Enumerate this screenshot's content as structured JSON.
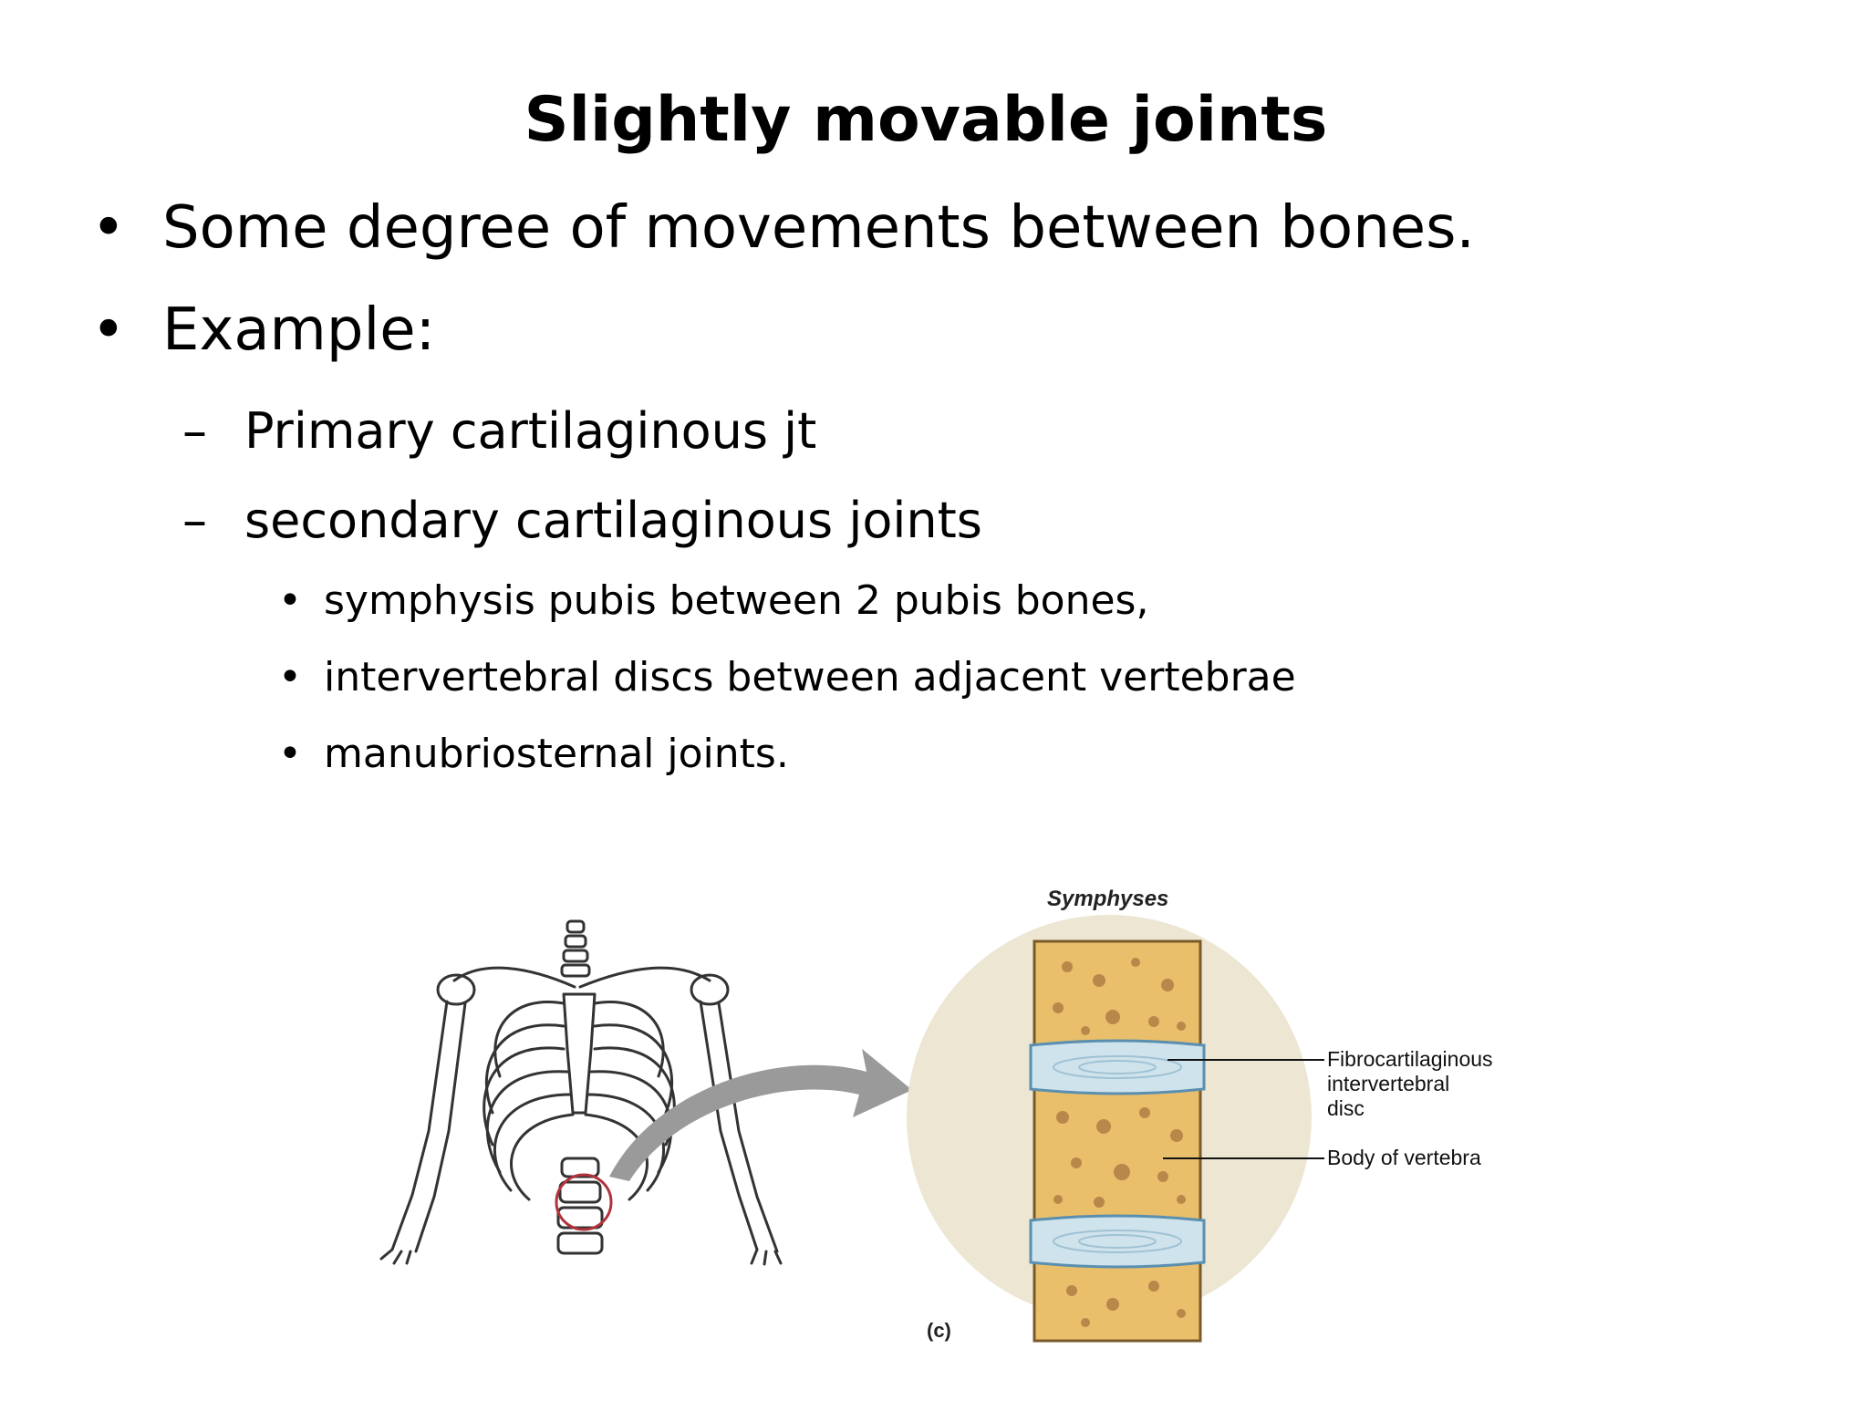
{
  "slide": {
    "title": "Slightly movable joints",
    "bullets": [
      {
        "mark": "•",
        "text": "Some degree of movements between bones."
      },
      {
        "mark": "•",
        "text": "Example:"
      }
    ],
    "sub_bullets": [
      {
        "mark": "–",
        "text": "Primary cartilaginous jt"
      },
      {
        "mark": "–",
        "text": "secondary cartilaginous joints"
      }
    ],
    "sub_sub_bullets": [
      {
        "mark": "•",
        "text": "symphysis pubis between 2 pubis bones,"
      },
      {
        "mark": "•",
        "text": "intervertebral discs between adjacent vertebrae"
      },
      {
        "mark": "•",
        "text": " manubriosternal joints."
      }
    ]
  },
  "figure": {
    "title": "Symphyses",
    "label_disc_1": "Fibrocartilaginous",
    "label_disc_2": "intervertebral",
    "label_disc_3": "disc",
    "label_body": "Body of vertebra",
    "panel_letter": "(c)"
  }
}
